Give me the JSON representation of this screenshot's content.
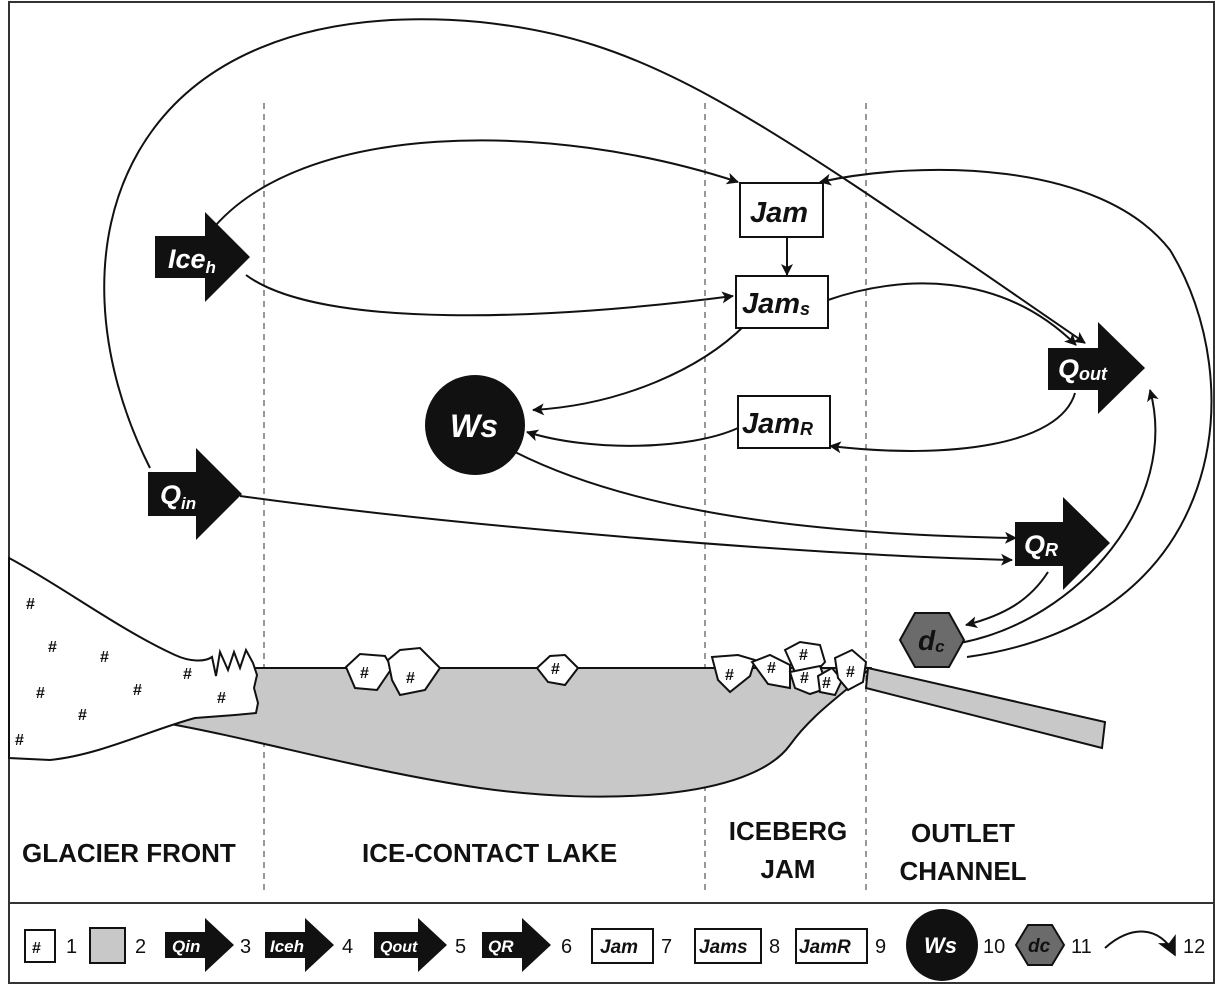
{
  "zones": {
    "glacier_front": "GLACIER FRONT",
    "ice_contact_lake": "ICE-CONTACT LAKE",
    "iceberg_jam_line1": "ICEBERG",
    "iceberg_jam_line2": "JAM",
    "outlet_channel_line1": "OUTLET",
    "outlet_channel_line2": "CHANNEL"
  },
  "nodes": {
    "ice_h": {
      "main": "Ice",
      "sub": "h"
    },
    "q_in": {
      "main": "Q",
      "sub": "in"
    },
    "q_out": {
      "main": "Q",
      "sub": "out"
    },
    "q_r": {
      "main": "Q",
      "sub": "R"
    },
    "jam": {
      "main": "Jam",
      "sub": ""
    },
    "jam_s": {
      "main": "Jam",
      "sub": "s"
    },
    "jam_r": {
      "main": "Jam",
      "sub": "R"
    },
    "ws": {
      "main": "Ws",
      "sub": ""
    },
    "dc": {
      "main": "d",
      "sub": "c"
    }
  },
  "hash_symbol": "#",
  "legend": [
    {
      "item": "#",
      "number": "1"
    },
    {
      "item": "",
      "number": "2"
    },
    {
      "item": "Qin",
      "number": "3"
    },
    {
      "item": "Iceh",
      "number": "4"
    },
    {
      "item": "Qout",
      "number": "5"
    },
    {
      "item": "QR",
      "number": "6"
    },
    {
      "item": "Jam",
      "number": "7"
    },
    {
      "item": "Jams",
      "number": "8"
    },
    {
      "item": "JamR",
      "number": "9"
    },
    {
      "item": "Ws",
      "number": "10"
    },
    {
      "item": "dc",
      "number": "11"
    },
    {
      "item": "",
      "number": "12"
    }
  ],
  "colors": {
    "lake_fill": "#c8c8c8",
    "node_fill": "#111111",
    "hexagon_fill": "#6b6b6b",
    "line": "#111111"
  }
}
